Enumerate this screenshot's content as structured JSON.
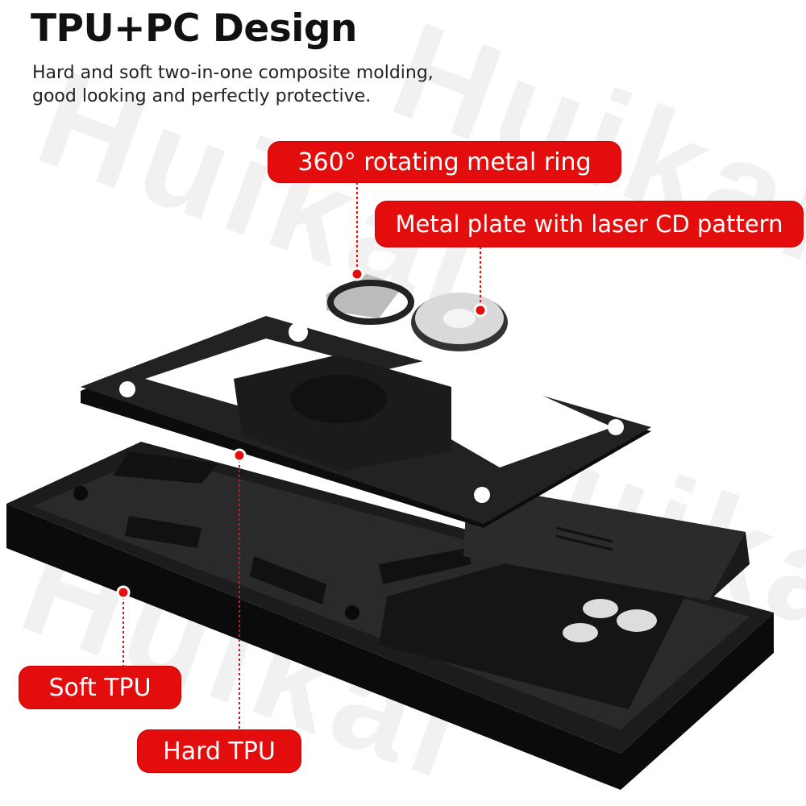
{
  "heading": {
    "title": "TPU+PC Design",
    "subtitle_line1": "Hard and soft two-in-one composite molding,",
    "subtitle_line2": "good looking and perfectly protective."
  },
  "watermark": "Huikai",
  "callouts": [
    {
      "label": "360° rotating metal ring"
    },
    {
      "label": "Metal plate with laser CD pattern"
    },
    {
      "label": "Soft TPU"
    },
    {
      "label": "Hard TPU"
    }
  ],
  "colors": {
    "accent": "#e30d0d",
    "case": "#1a1a1a"
  }
}
